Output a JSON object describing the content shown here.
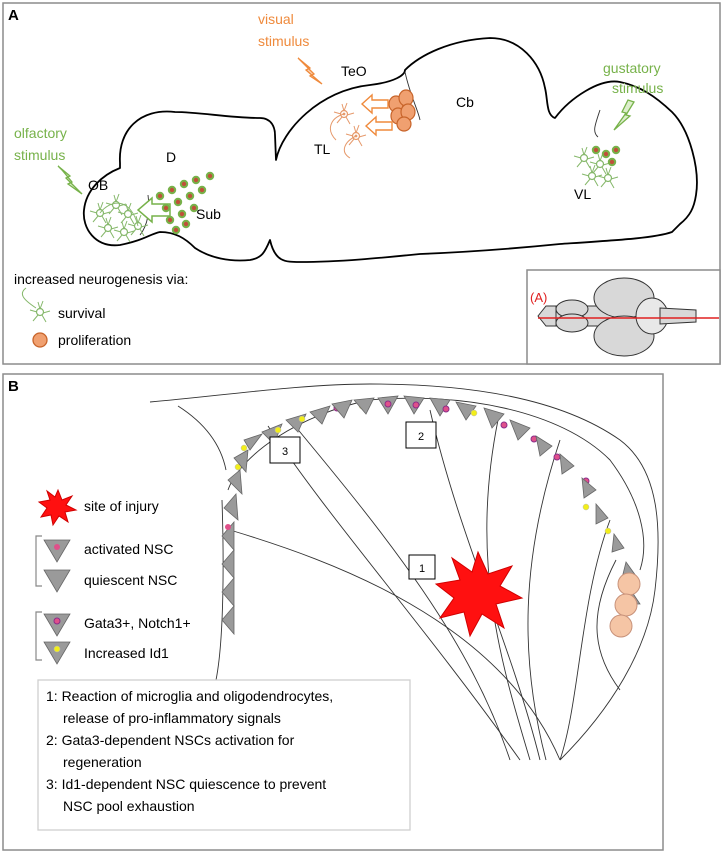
{
  "panel_a": {
    "letter": "A",
    "regions": {
      "teo": "TeO",
      "cb": "Cb",
      "d": "D",
      "tl": "TL",
      "ob": "OB",
      "sub": "Sub",
      "vl": "VL"
    },
    "stimuli": {
      "visual_line1": "visual",
      "visual_line2": "stimulus",
      "gustatory_line1": "gustatory",
      "gustatory_line2": "stimulus",
      "olfactory_line1": "olfactory",
      "olfactory_line2": "stimulus"
    },
    "legend": {
      "heading": "increased neurogenesis via:",
      "survival": "survival",
      "proliferation": "proliferation"
    },
    "inset_label": "(A)"
  },
  "panel_b": {
    "letter": "B",
    "legend": {
      "injury": "site of injury",
      "activated": "activated NSC",
      "quiescent": "quiescent NSC",
      "gata3": "Gata3+, Notch1+",
      "id1": "Increased Id1"
    },
    "boxes": [
      "1",
      "2",
      "3"
    ],
    "notes": [
      "1: Reaction of microglia and oligodendrocytes,",
      "release of pro-inflammatory signals",
      "2: Gata3-dependent NSCs activation for",
      "regeneration",
      "3: Id1-dependent NSC quiescence to prevent",
      "NSC pool exhaustion"
    ]
  },
  "colors": {
    "stimulus_green": "#77b24a",
    "stimulus_orange": "#ef8a3c",
    "injury_red": "#ff0000",
    "nsc_grey": "#9a9a9a",
    "activated_pink": "#e0508a",
    "gata3_purple": "#8a2e8a",
    "id1_yellow": "#f2ee1a",
    "inset_line_red": "#e02020"
  }
}
